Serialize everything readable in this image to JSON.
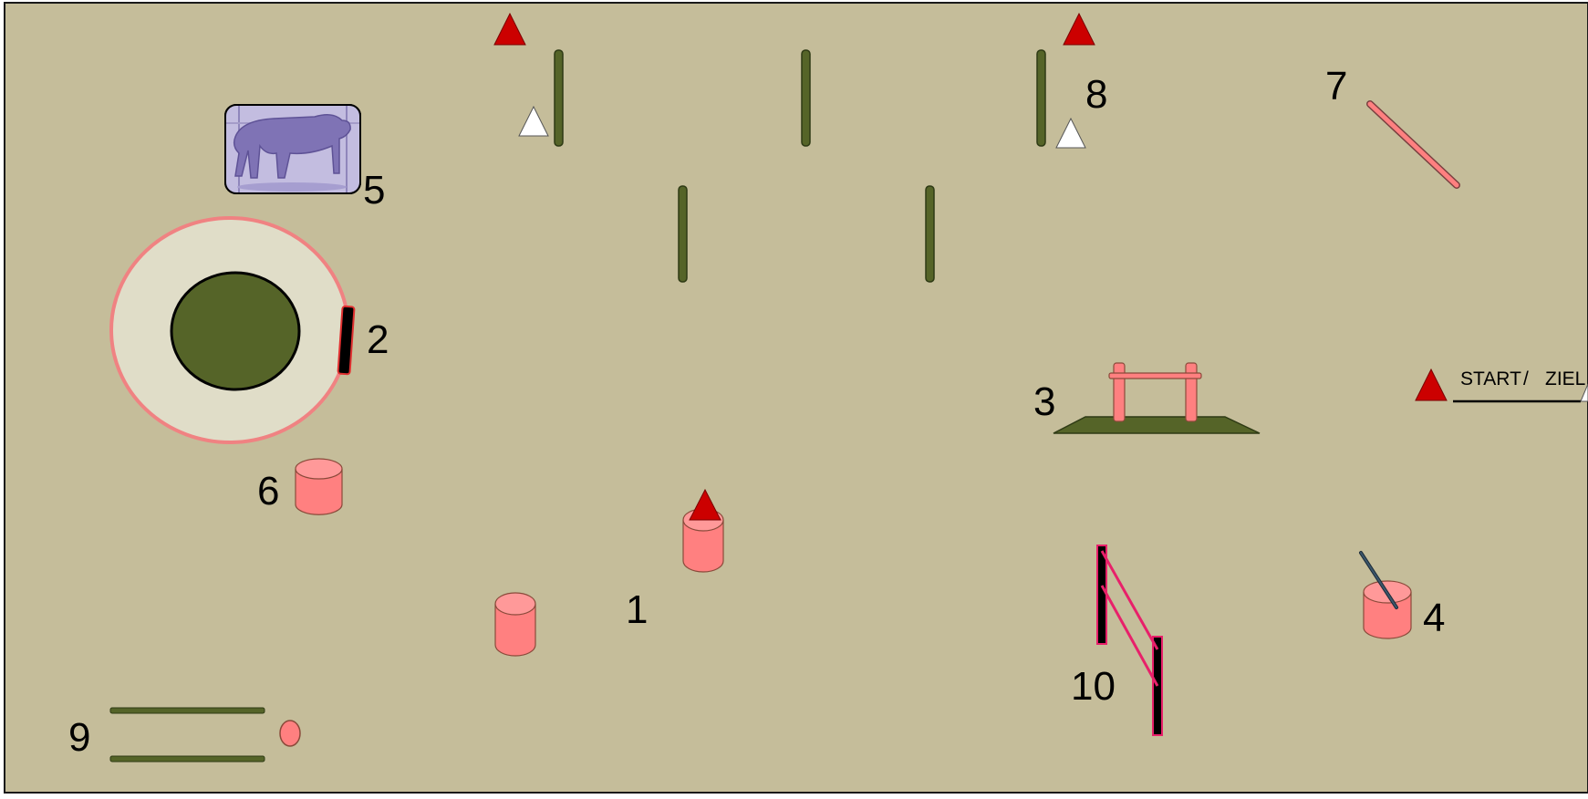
{
  "course": {
    "stations": [
      {
        "number": "1",
        "name": "tonnen-slalom"
      },
      {
        "number": "2",
        "name": "tor-am-rundpferch"
      },
      {
        "number": "3",
        "name": "bruecke"
      },
      {
        "number": "4",
        "name": "tonne-mit-stange"
      },
      {
        "number": "5",
        "name": "bild-rind"
      },
      {
        "number": "6",
        "name": "tonne"
      },
      {
        "number": "7",
        "name": "stange"
      },
      {
        "number": "8",
        "name": "stangen-slalom"
      },
      {
        "number": "9",
        "name": "stangen-gasse"
      },
      {
        "number": "10",
        "name": "tor"
      }
    ],
    "start_ziel": {
      "start": "START",
      "separator": "/",
      "ziel": "ZIEL"
    }
  },
  "colors": {
    "ground": "#c5bd9a",
    "border": "#1a1a1a",
    "pole_green": "#556428",
    "pink": "#ff8080",
    "pink_rope": "#e8206a",
    "red_cone": "#cc0000",
    "white_cone": "#ffffff",
    "arena_sand": "#e0ddc8",
    "arena_rim": "#f08282",
    "photo_tint": "#9b8fc7"
  },
  "icons": {
    "cone": "triangle",
    "barrel": "cylinder",
    "photo": "bull-photo"
  }
}
